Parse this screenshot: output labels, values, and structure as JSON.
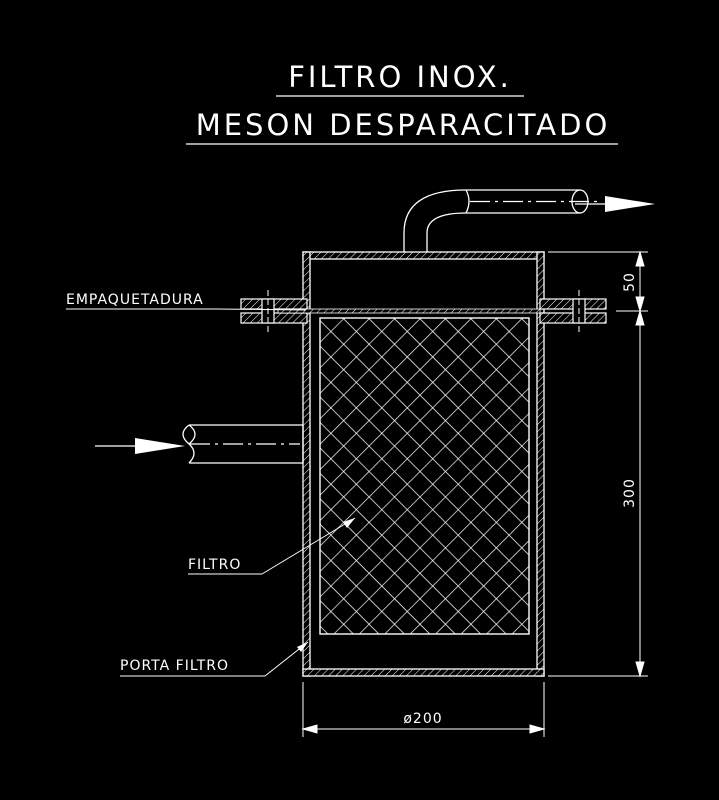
{
  "title": {
    "line1": "FILTRO INOX.",
    "line2": "MESON DESPARACITADO"
  },
  "labels": {
    "gasket": "EMPAQUETADURA",
    "filter": "FILTRO",
    "filter_holder": "PORTA FILTRO"
  },
  "dimensions": {
    "flange_height": "50",
    "body_height": "300",
    "diameter": "ø200"
  },
  "colors": {
    "background": "#000000",
    "lines": "#ffffff"
  }
}
